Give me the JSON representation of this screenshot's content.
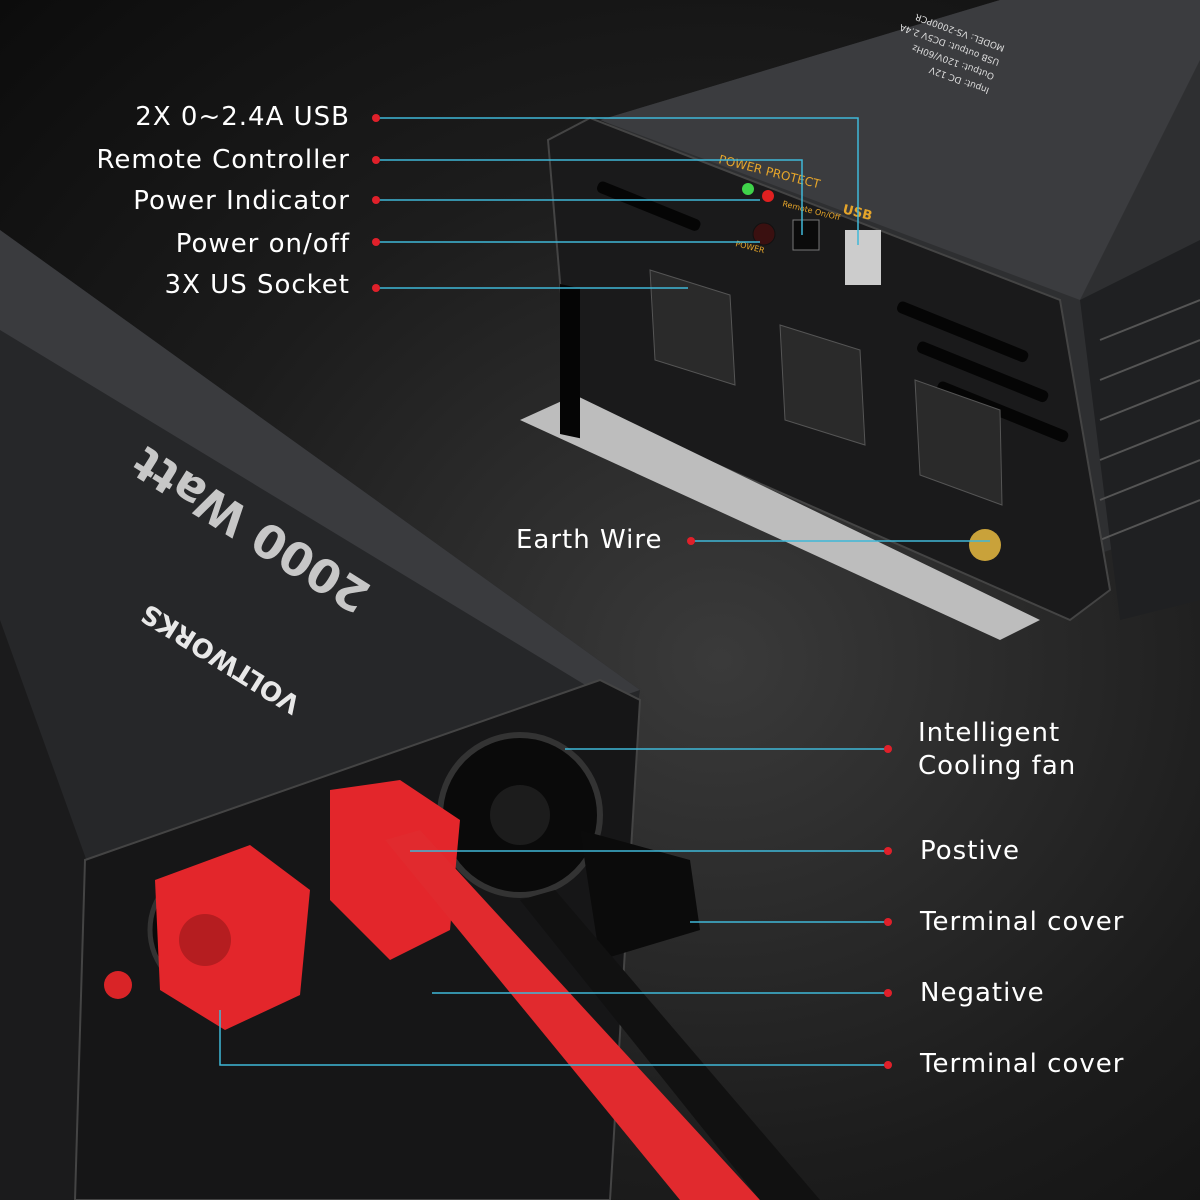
{
  "callouts_left": [
    {
      "label": "2X 0~2.4A USB"
    },
    {
      "label": "Remote Controller"
    },
    {
      "label": "Power Indicator"
    },
    {
      "label": "Power on/off"
    },
    {
      "label": "3X US Socket"
    }
  ],
  "callout_earth": {
    "label": "Earth Wire"
  },
  "callouts_right": [
    {
      "label": "Intelligent\nCooling fan",
      "line1": "Intelligent",
      "line2": "Cooling fan"
    },
    {
      "label": "Postive"
    },
    {
      "label": "Terminal cover"
    },
    {
      "label": "Negative"
    },
    {
      "label": "Terminal cover"
    }
  ],
  "device": {
    "wattage": "2000 Watt",
    "brand": "VOLTWORKS",
    "panel_power": "POWER",
    "panel_protect": "PROTECT",
    "remote_label": "Remote On/Off",
    "usb_label": "USB",
    "power_button_label": "POWER",
    "spec_lines": [
      "Input: DC 12V",
      "Output: 120V/60Hz",
      "USB output: DC5V 2.4A",
      "MODEL: VS-2000PCR"
    ]
  },
  "colors": {
    "callout_line": "#3fb8d8",
    "callout_dot": "#e0202a",
    "terminal_red": "#e3262b",
    "body": "#2b2b2d"
  }
}
